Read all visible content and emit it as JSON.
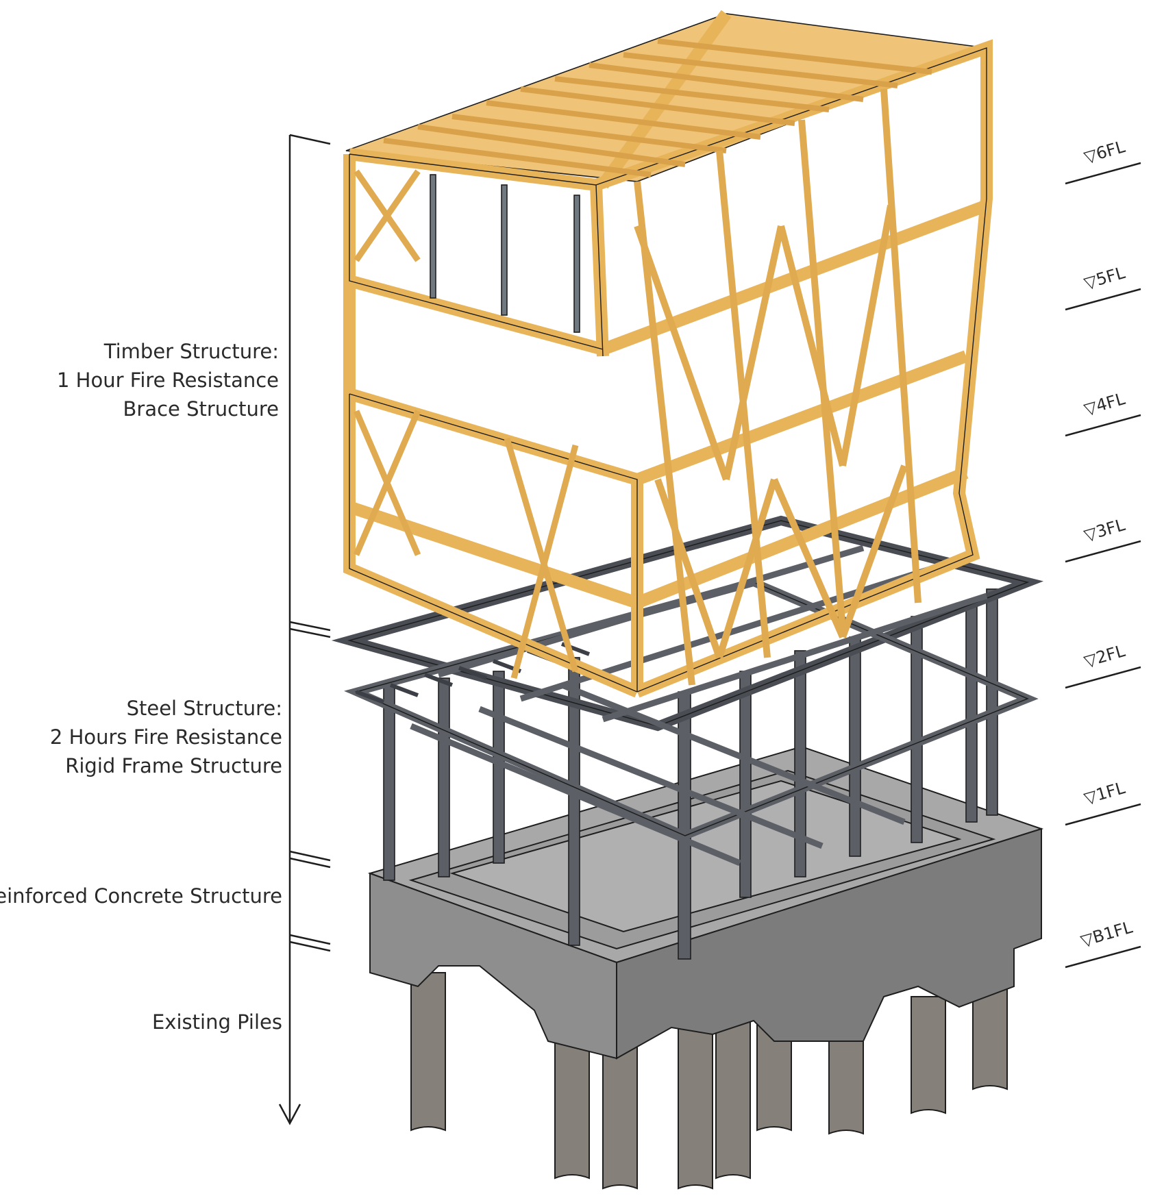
{
  "labels": {
    "timber": [
      "Timber Structure:",
      "1 Hour Fire Resistance",
      "Brace Structure"
    ],
    "steel": [
      "Steel Structure:",
      "2 Hours Fire Resistance",
      "Rigid Frame Structure"
    ],
    "concrete": [
      "Reinforced Concrete Structure"
    ],
    "piles": [
      "Existing Piles"
    ]
  },
  "levels": [
    "▽6FL",
    "▽5FL",
    "▽4FL",
    "▽3FL",
    "▽2FL",
    "▽1FL",
    "▽B1FL"
  ],
  "colors": {
    "timber": "#e8b45a",
    "timber_dark": "#c8922e",
    "steel": "#5c6066",
    "steel_light": "#8a8e94",
    "concrete": "#9a9a9a",
    "concrete_dark": "#7c7c7c",
    "piles": "#85807a",
    "line": "#1e1e1e"
  }
}
